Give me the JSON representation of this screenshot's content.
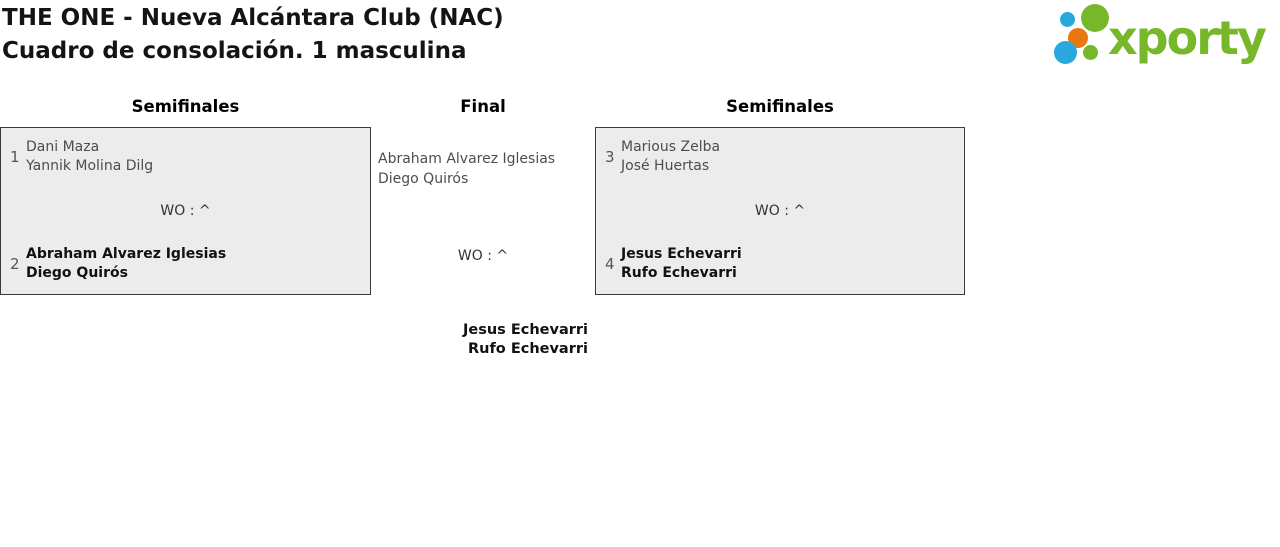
{
  "header": {
    "title_line1": "THE ONE - Nueva Alcántara Club (NAC)",
    "title_line2": "Cuadro de consolación. 1 masculina"
  },
  "logo": {
    "text": "xporty",
    "colors": {
      "green": "#77b82b",
      "blue": "#29a8e0",
      "orange": "#e8790f"
    }
  },
  "bracket": {
    "headers": [
      "Semifinales",
      "Final",
      "Semifinales"
    ],
    "box_colors": {
      "fill": "#ececec",
      "border": "#3b3b3b"
    },
    "semifinal_left": {
      "team1": {
        "seed": "1",
        "player1": "Dani Maza",
        "player2": "Yannik Molina Dilg",
        "winner": false
      },
      "result": "WO : ^",
      "team2": {
        "seed": "2",
        "player1": "Abraham Alvarez Iglesias",
        "player2": "Diego Quirós",
        "winner": true
      }
    },
    "semifinal_right": {
      "team1": {
        "seed": "3",
        "player1": "Marious Zelba",
        "player2": "José Huertas",
        "winner": false
      },
      "result": "WO : ^",
      "team2": {
        "seed": "4",
        "player1": "Jesus Echevarri",
        "player2": "Rufo Echevarri",
        "winner": true
      }
    },
    "final": {
      "finalist_player1": "Abraham Alvarez Iglesias",
      "finalist_player2": "Diego Quirós",
      "result": "WO : ^",
      "champion_player1": "Jesus Echevarri",
      "champion_player2": "Rufo Echevarri"
    }
  }
}
